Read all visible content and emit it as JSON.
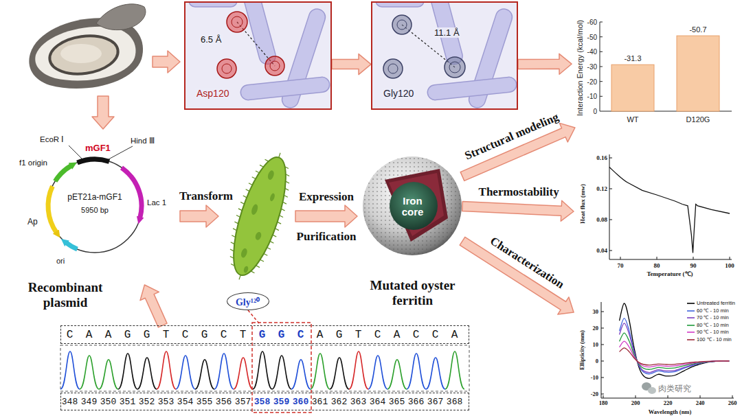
{
  "diagram": {
    "nodes": [
      {
        "text": [
          "6.5 Å",
          "Asp120"
        ]
      },
      {
        "text": [
          "11.1 Å",
          "Gly120"
        ]
      },
      {
        "text": [
          "Interaction Energy (kcal/mol)",
          "-60",
          "-50",
          "-40",
          "-30",
          "-20",
          "-10",
          "0",
          "-31.3",
          "-50.7",
          "WT",
          "D120G"
        ]
      },
      {
        "text": [
          "EcoR Ⅰ",
          "mGF1",
          "Hind Ⅲ",
          "f1 origin",
          "Lac 1",
          "pET21a-mGF1",
          "5950 bp",
          "Ap",
          "ori",
          "Recombinant plasmid"
        ]
      },
      {
        "text": [
          "Iron core",
          "Mutated oyster ferritin"
        ]
      },
      {
        "text": [
          "0.16",
          "0.12",
          "0.08",
          "0.04",
          "Heat flux (mw)",
          "70",
          "80",
          "90",
          "100",
          "Temperature (℃)"
        ]
      },
      {
        "text": [
          "30",
          "20",
          "10",
          "0",
          "-10",
          "-20",
          "Ellipticity (mm)",
          "180",
          "200",
          "220",
          "240",
          "260",
          "Wavelength (nm)"
        ]
      },
      {
        "text": [
          "C A A G G T C G C T",
          "G G C",
          "A G T C A C C A"
        ]
      },
      {
        "text": [
          "348 349 350 351 352 353 354 355 356 357",
          "358 359 360",
          "361 362 363 364 365 366 367 368"
        ]
      },
      {
        "text": [
          "Gly¹²⁰"
        ]
      }
    ],
    "edges": [
      {
        "from": 0,
        "to": 1,
        "arrow": "to"
      },
      {
        "from": 1,
        "to": 2,
        "arrow": "to"
      },
      {
        "from": 7,
        "to": 3,
        "arrow": "to"
      },
      {
        "from": 4,
        "to": 2,
        "arrow": "to",
        "label": "Structural modeling"
      },
      {
        "from": 4,
        "to": 5,
        "arrow": "to",
        "label": "Thermostability"
      },
      {
        "from": 4,
        "to": 6,
        "arrow": "to",
        "label": "Characterization"
      },
      {
        "from": 9,
        "to": 7,
        "arrow": "none"
      }
    ],
    "labels": [
      "Transform",
      "Expression",
      "Purification",
      "肉类研究"
    ],
    "legend": [
      {
        "text": "Untreated ferritin"
      },
      {
        "text": "60 ℃ - 10 min"
      },
      {
        "text": "70 ℃ - 10 min"
      },
      {
        "text": "80 ℃ - 10 min"
      },
      {
        "text": "90 ℃ - 10 min"
      },
      {
        "text": "100 ℃ - 10 min"
      }
    ]
  }
}
